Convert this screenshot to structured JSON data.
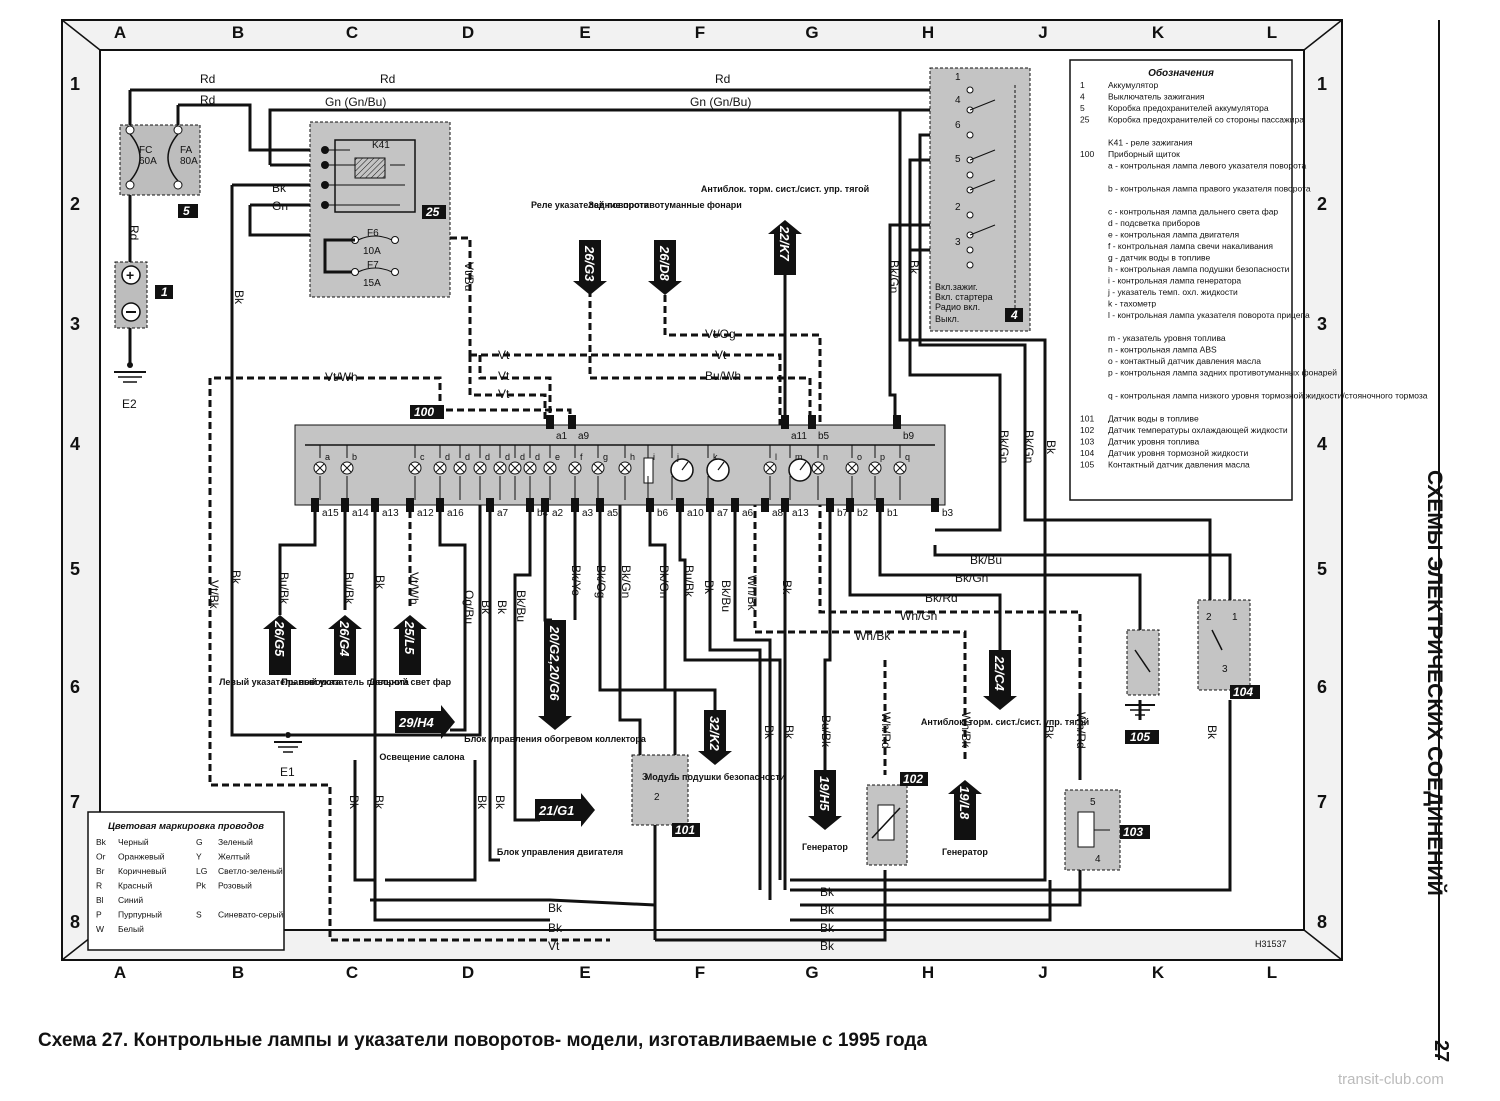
{
  "grid": {
    "columns": [
      "A",
      "B",
      "C",
      "D",
      "E",
      "F",
      "G",
      "H",
      "J",
      "K",
      "L"
    ],
    "rows": [
      "1",
      "2",
      "3",
      "4",
      "5",
      "6",
      "7",
      "8"
    ]
  },
  "components": {
    "battery": {
      "number": "1"
    },
    "fuse_box_battery": {
      "number": "5",
      "fuse_fc": "FC",
      "fuse_fc_rating": "60A",
      "fuse_fa": "FA",
      "fuse_fa_rating": "80A"
    },
    "fuse_box_passenger": {
      "number": "25",
      "relay": "K41",
      "fuse_f6": "F6",
      "fuse_f6_rating": "10A",
      "fuse_f7": "F7",
      "fuse_f7_rating": "15A"
    },
    "ignition_switch": {
      "number": "4",
      "pins": [
        "1",
        "4",
        "6",
        "5",
        "2",
        "3"
      ],
      "positions": [
        "Вкл.зажиг.",
        "Вкл. стартера",
        "Радио вкл.",
        "Выкл."
      ]
    },
    "instrument_cluster": {
      "number": "100",
      "lamps": [
        "a",
        "b",
        "c",
        "d",
        "d",
        "d",
        "d",
        "d",
        "d",
        "e",
        "f",
        "g",
        "h",
        "i",
        "j",
        "k",
        "l",
        "m",
        "n",
        "o",
        "p",
        "q"
      ]
    },
    "sensor_101": {
      "number": "101",
      "pins": [
        "3",
        "1",
        "2"
      ]
    },
    "sensor_102": {
      "number": "102"
    },
    "sensor_103": {
      "number": "103",
      "pins": [
        "5",
        "4"
      ]
    },
    "sensor_104": {
      "number": "104",
      "pins": [
        "2",
        "1",
        "3"
      ]
    },
    "sensor_105": {
      "number": "105"
    },
    "ground_e1": "E1",
    "ground_e2": "E2"
  },
  "pins_top": [
    "a1",
    "a9",
    "a11",
    "b5",
    "b9"
  ],
  "pins_bottom": [
    "a15",
    "a14",
    "a13",
    "a12",
    "a16",
    "a7",
    "b4",
    "a2",
    "a3",
    "a5",
    "b6",
    "a10",
    "a7",
    "a6",
    "a8",
    "a13",
    "b7",
    "b2",
    "b1",
    "b3"
  ],
  "wires": {
    "rd": "Rd",
    "gn_gnbu": "Gn (Gn/Bu)",
    "bk": "Bk",
    "gn": "Gn",
    "vt": "Vt",
    "vtbu": "Vt/Bu",
    "vtwh": "Vt/Wh",
    "vtog": "Vt/Og",
    "buwh": "Bu/Wh",
    "vtbk": "Vt/Bk",
    "bkgn": "Bk/Gn",
    "bkbu": "Bk/Bu",
    "bkrd": "Bk/Rd",
    "whgn": "Wh/Gn",
    "whbk": "Wh/Bk",
    "whrd": "Wh/Rd",
    "bubk": "Bu/Bk",
    "bkye": "Bk/Ye",
    "bkog": "Bk/Og",
    "ogbu": "Og/Bu",
    "bubk2": "Bu/Bk"
  },
  "arrows": {
    "a26g3": "26/G3",
    "a26d8": "26/D8",
    "a22k7": "22/K7",
    "a26g5": "26/G5",
    "a26g4": "26/G4",
    "a25l5": "25/L5",
    "a29h4": "29/H4",
    "a20g2": "20/G2,20/G6",
    "a32k2": "32/K2",
    "a21g1": "21/G1",
    "a19h5": "19/H5",
    "a19l8": "19/L8",
    "a22c4": "22/C4"
  },
  "captions": {
    "c26g3": "Реле указателей поворота",
    "c26d8": "Задние противотуманные фонари",
    "c22k7": "Антиблок. торм. сист./сист. упр. тягой",
    "c26g5": "Левый указатель поворота",
    "c26g4": "Правый указатель поворота",
    "c25l5": "Дальний свет фар",
    "c29h4": "Освещение салона",
    "c20g2": "Блок управления обогревом коллектора",
    "c32k2": "Модуль подушки безопасности",
    "c21g1": "Блок управления двигателя",
    "c19h5": "Генератор",
    "c19l8": "Генератор",
    "c22c4": "Антиблок. торм. сист./сист. упр. тягой"
  },
  "legend": {
    "title": "Обозначения",
    "items": [
      {
        "num": "1",
        "text": "Аккумулятор"
      },
      {
        "num": "4",
        "text": "Выключатель зажигания"
      },
      {
        "num": "5",
        "text": "Коробка предохранителей аккумулятора"
      },
      {
        "num": "25",
        "text": "Коробка предохранителей со стороны пассажира"
      },
      {
        "num": "",
        "text": "K41 - реле зажигания"
      },
      {
        "num": "100",
        "text": "Приборный щиток"
      },
      {
        "num": "",
        "text": "a - контрольная лампа левого указателя поворота"
      },
      {
        "num": "",
        "text": "b - контрольная лампа правого указателя поворота"
      },
      {
        "num": "",
        "text": "c - контрольная лампа дальнего света фар"
      },
      {
        "num": "",
        "text": "d - подсветка приборов"
      },
      {
        "num": "",
        "text": "e - контрольная лампа двигателя"
      },
      {
        "num": "",
        "text": "f - контрольная лампа свечи накаливания"
      },
      {
        "num": "",
        "text": "g - датчик воды в топливе"
      },
      {
        "num": "",
        "text": "h - контрольная лампа подушки безопасности"
      },
      {
        "num": "",
        "text": "i - контрольная лампа генератора"
      },
      {
        "num": "",
        "text": "j - указатель темп. охл. жидкости"
      },
      {
        "num": "",
        "text": "k - тахометр"
      },
      {
        "num": "",
        "text": "l - контрольная лампа указателя поворота прицепа"
      },
      {
        "num": "",
        "text": "m - указатель уровня топлива"
      },
      {
        "num": "",
        "text": "n - контрольная лампа ABS"
      },
      {
        "num": "",
        "text": "o - контактный датчик давления масла"
      },
      {
        "num": "",
        "text": "p - контрольная лампа задних противотуманных фонарей"
      },
      {
        "num": "",
        "text": "q - контрольная лампа низкого уровня тормозной жидкости/стояночного тормоза"
      },
      {
        "num": "101",
        "text": "Датчик воды в топливе"
      },
      {
        "num": "102",
        "text": "Датчик температуры охлаждающей жидкости"
      },
      {
        "num": "103",
        "text": "Датчик уровня топлива"
      },
      {
        "num": "104",
        "text": "Датчик уровня тормозной жидкости"
      },
      {
        "num": "105",
        "text": "Контактный датчик давления масла"
      }
    ]
  },
  "color_legend": {
    "title": "Цветовая маркировка проводов",
    "items": [
      {
        "code": "Bk",
        "name": "Черный"
      },
      {
        "code": "Or",
        "name": "Оранжевый"
      },
      {
        "code": "Br",
        "name": "Коричневый"
      },
      {
        "code": "R",
        "name": "Красный"
      },
      {
        "code": "Bl",
        "name": "Синий"
      },
      {
        "code": "P",
        "name": "Пурпурный"
      },
      {
        "code": "W",
        "name": "Белый"
      },
      {
        "code": "G",
        "name": "Зеленый"
      },
      {
        "code": "Y",
        "name": "Желтый"
      },
      {
        "code": "LG",
        "name": "Светло-зеленый"
      },
      {
        "code": "Pk",
        "name": "Розовый"
      },
      {
        "code": "S",
        "name": "Синевато-серый"
      }
    ]
  },
  "drawing_ref": "H31537",
  "caption": "Схема 27. Контрольные лампы и указатели поворотов- модели, изготавливаемые с 1995 года",
  "side_title": "СХЕМЫ ЭЛЕКТРИЧЕСКИХ СОЕДИНЕНИЙ",
  "page_number": "27",
  "watermark": "transit-club.com"
}
